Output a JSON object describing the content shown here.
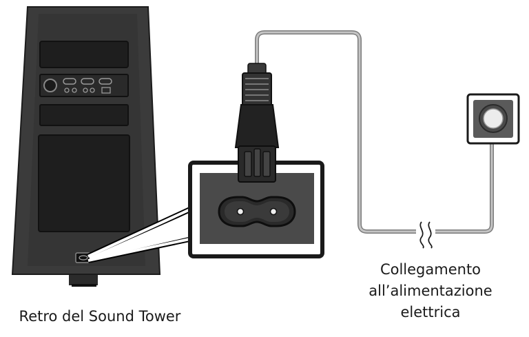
{
  "labels": {
    "device_back": "Retro del Sound Tower",
    "power_connection": [
      "Collegamento",
      "all’alimentazione",
      "elettrica"
    ]
  },
  "colors": {
    "speaker_body": "#3b3b3b",
    "speaker_dark": "#1e1e1e",
    "panel": "#2a2a2a",
    "cable": "#b3b3b3",
    "inlet_panel": "#4a4a4a",
    "outlet_plate": "#5a5a5a"
  }
}
